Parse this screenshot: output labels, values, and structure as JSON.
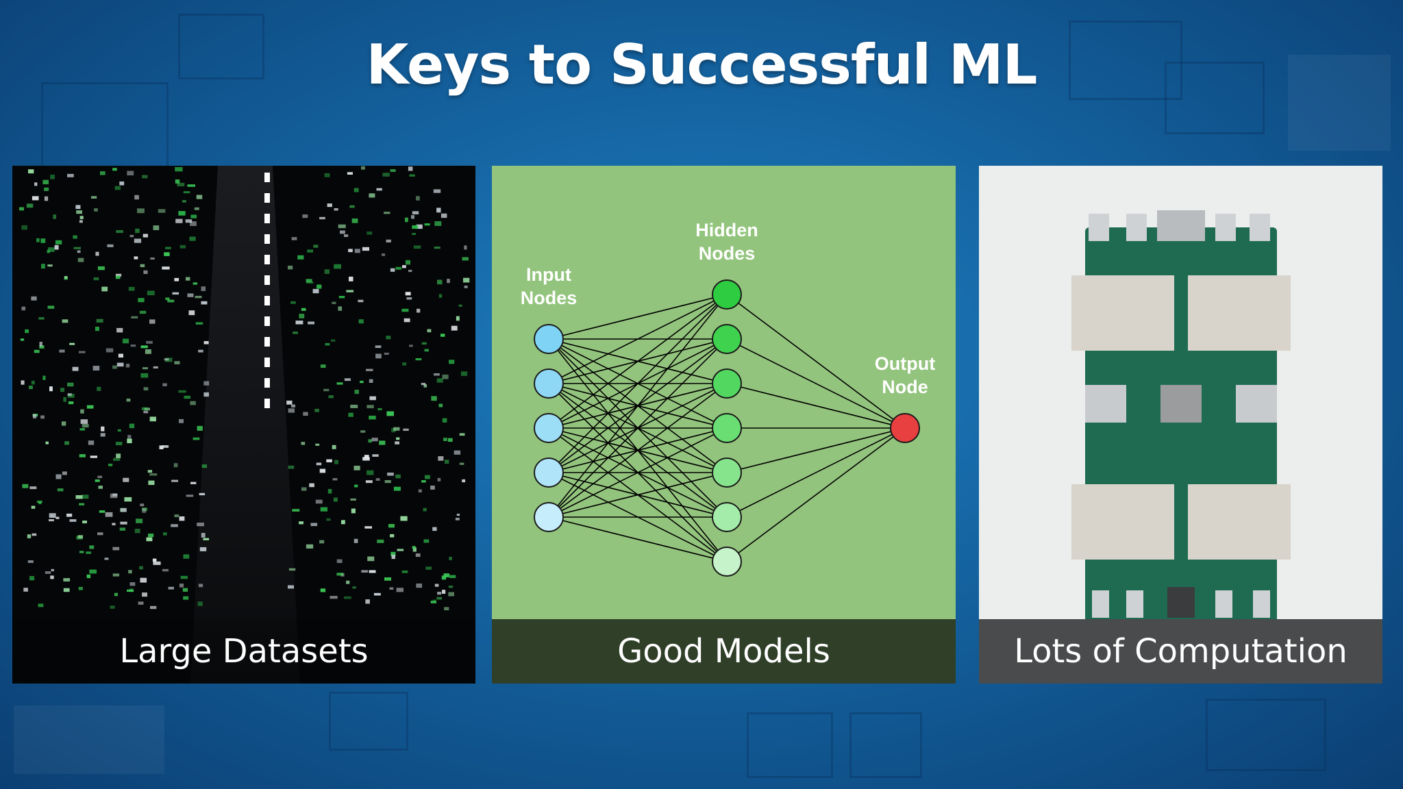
{
  "slide": {
    "title": "Keys to Successful ML"
  },
  "panels": [
    {
      "caption": "Large Datasets",
      "image": "data-center-server-racks"
    },
    {
      "caption": "Good Models",
      "image": "neural-network-diagram"
    },
    {
      "caption": "Lots of Computation",
      "image": "tpu-circuit-board"
    }
  ],
  "network": {
    "input_label_line1": "Input",
    "input_label_line2": "Nodes",
    "hidden_label_line1": "Hidden",
    "hidden_label_line2": "Nodes",
    "output_label_line1": "Output",
    "output_label_line2": "Node",
    "input_count": 5,
    "hidden_count": 7,
    "output_count": 1,
    "input_colors": [
      "#7fd3f5",
      "#8ed8f6",
      "#9ddef7",
      "#b0e5f9",
      "#c5edfb"
    ],
    "hidden_colors": [
      "#2ecc40",
      "#3fd24f",
      "#52d860",
      "#6ade73",
      "#86e58c",
      "#a4ecaa",
      "#c6f3c9"
    ],
    "output_color": "#e84040",
    "edge_color": "#000000"
  },
  "colors": {
    "background": "#14629f",
    "model_panel": "#93c47d",
    "model_caption_bar": "#2f3f28",
    "compute_panel": "#eceeed",
    "compute_caption_bar": "#4a4b4c"
  }
}
